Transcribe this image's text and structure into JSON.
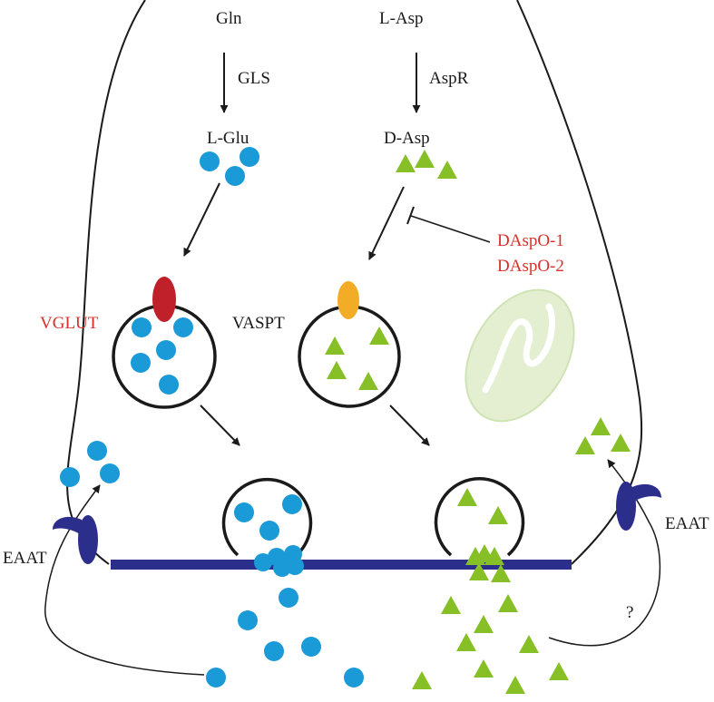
{
  "labels": {
    "gln": "Gln",
    "gls": "GLS",
    "l_glu": "L-Glu",
    "l_asp": "L-Asp",
    "aspr": "AspR",
    "d_asp": "D-Asp",
    "daspo1": "DAspO-1",
    "daspo2": "DAspO-2",
    "vglut": "VGLUT",
    "vaspt": "VASPT",
    "eaat_left": "EAAT",
    "eaat_right": "EAAT",
    "unknown": "?"
  },
  "colors": {
    "glutamate": "#1a9ad6",
    "d_aspartate": "#86c026",
    "vglut": "#c0202a",
    "vaspt": "#f3ac26",
    "eaat": "#2c2e8c",
    "membrane": "#2c2e8c",
    "mitochondrion": "#e3efd0",
    "label_red": "#d9302a"
  }
}
